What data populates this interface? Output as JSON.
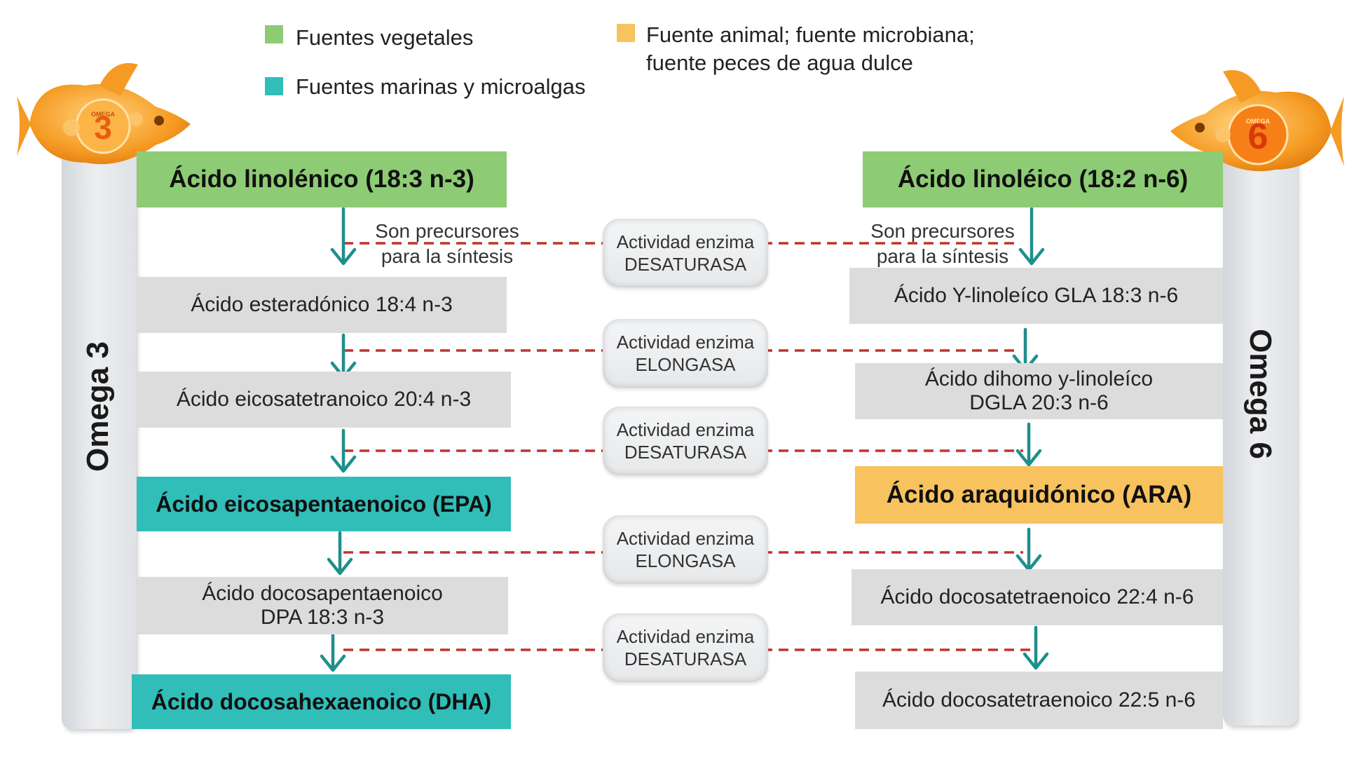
{
  "legend": [
    {
      "label": "Fuentes vegetales",
      "color": "#8dcc74"
    },
    {
      "label": "Fuentes marinas y microalgas",
      "color": "#31bdb8"
    },
    {
      "label_line1": "Fuente animal; fuente microbiana;",
      "label_line2": "fuente peces de agua dulce",
      "color": "#f8c25f"
    }
  ],
  "omega3": {
    "side_label": "Omega 3",
    "fish_number": "3",
    "fish_badge": "OMEGA",
    "precursor_line1": "Son precursores",
    "precursor_line2": "para la síntesis",
    "boxes": [
      {
        "line1": "Ácido linolénico (18:3  n-3)",
        "type": "green"
      },
      {
        "line1": "Ácido esteradónico 18:4 n-3",
        "type": "grey"
      },
      {
        "line1": "Ácido eicosatetranoico 20:4 n-3",
        "type": "grey"
      },
      {
        "line1": "Ácido eicosapentaenoico (EPA)",
        "type": "teal"
      },
      {
        "line1": "Ácido docosapentaenoico",
        "line2": "DPA 18:3 n-3",
        "type": "grey"
      },
      {
        "line1": "Ácido docosahexaenoico (DHA)",
        "type": "teal"
      }
    ]
  },
  "omega6": {
    "side_label": "Omega 6",
    "fish_number": "6",
    "fish_badge": "OMEGA",
    "precursor_line1": "Son precursores",
    "precursor_line2": "para la síntesis",
    "boxes": [
      {
        "line1": "Ácido linoléico (18:2  n-6)",
        "type": "green"
      },
      {
        "line1": "Ácido Y-linoleíco GLA 18:3 n-6",
        "type": "grey"
      },
      {
        "line1": "Ácido dihomo y-linoleíco",
        "line2": "DGLA 20:3 n-6",
        "type": "grey"
      },
      {
        "line1": "Ácido araquidónico (ARA)",
        "type": "orange"
      },
      {
        "line1": "Ácido docosatetraenoico 22:4 n-6",
        "type": "grey"
      },
      {
        "line1": "Ácido docosatetraenoico 22:5 n-6",
        "type": "grey"
      }
    ]
  },
  "enzymes": [
    {
      "line1": "Actividad enzima",
      "line2": "DESATURASA"
    },
    {
      "line1": "Actividad enzima",
      "line2": "ELONGASA"
    },
    {
      "line1": "Actividad enzima",
      "line2": "DESATURASA"
    },
    {
      "line1": "Actividad enzima",
      "line2": "ELONGASA"
    },
    {
      "line1": "Actividad enzima",
      "line2": "DESATURASA"
    }
  ],
  "colors": {
    "arrow": "#1e8f8c",
    "dashed_line": "#c0332f",
    "fish": "#f59a23"
  }
}
